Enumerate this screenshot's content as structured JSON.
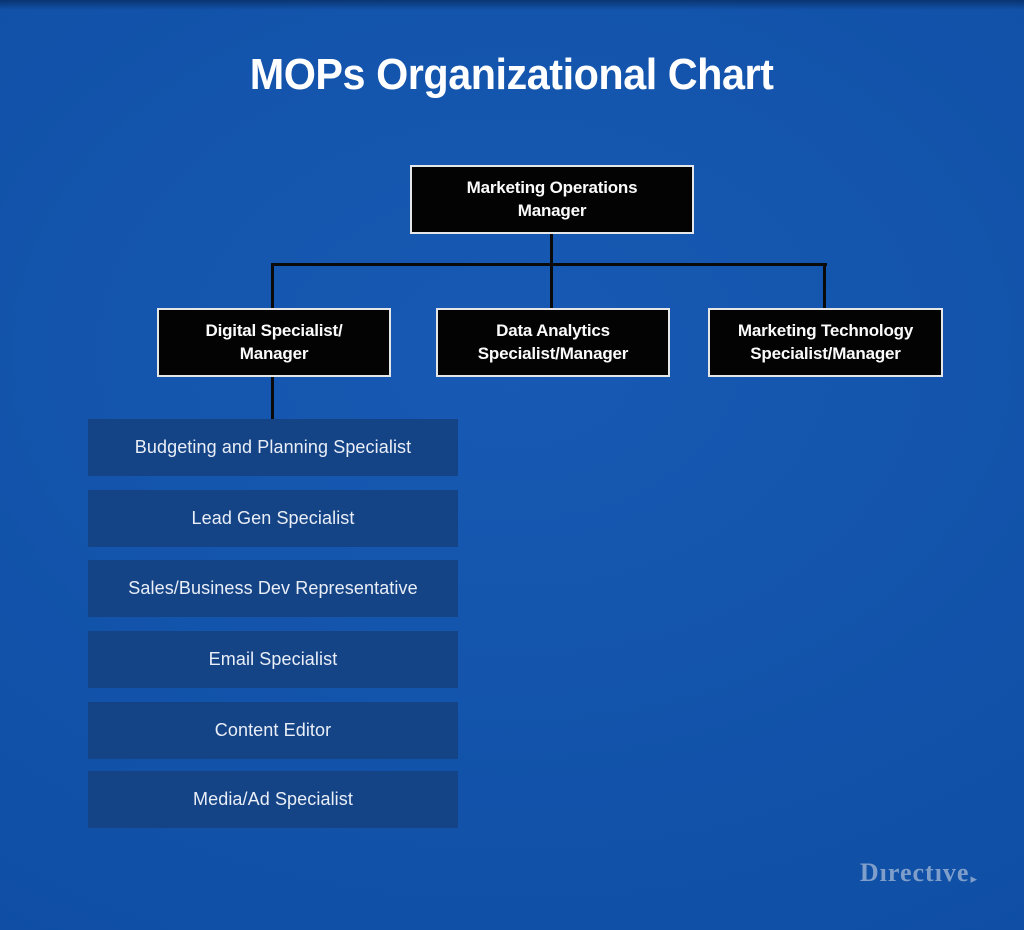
{
  "colors": {
    "background": "#0d52b0",
    "panel": "#154486",
    "node-fill": "#030303",
    "node-border": "#e5e6e8",
    "connector": "#0a0a0a",
    "title-text": "#ffffff",
    "node-text": "#fbfbfb",
    "panel-text": "#e9eef7",
    "logo-text": "#7f9fca"
  },
  "title": "MOPs Organizational Chart",
  "org": {
    "root": {
      "line1": "Marketing Operations",
      "line2": "Manager"
    },
    "level2": [
      {
        "line1": "Digital Specialist/",
        "line2": "Manager"
      },
      {
        "line1": "Data Analytics",
        "line2": "Specialist/Manager"
      },
      {
        "line1": "Marketing Technology",
        "line2": "Specialist/Manager"
      }
    ],
    "digital_reports": [
      "Budgeting and Planning Specialist",
      "Lead Gen Specialist",
      "Sales/Business Dev Representative",
      "Email Specialist",
      "Content Editor",
      "Media/Ad Specialist"
    ]
  },
  "logo": {
    "text": "Dırectıve",
    "arrow_icon": "▸"
  }
}
